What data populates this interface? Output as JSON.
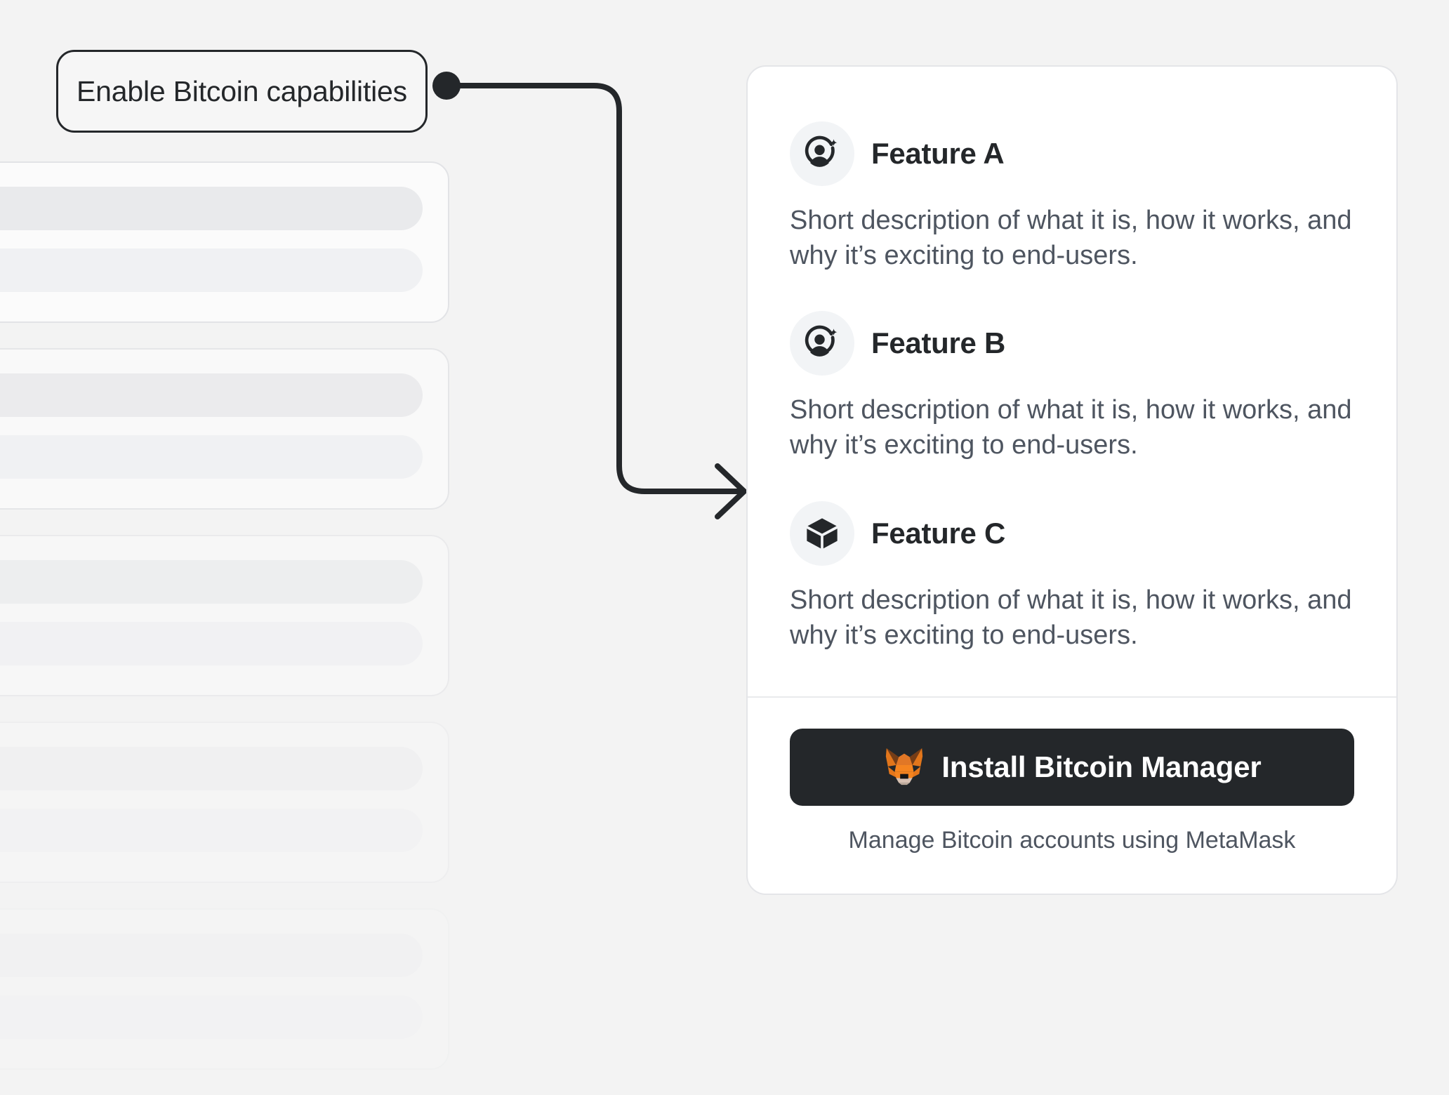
{
  "canvas": {
    "background_color": "#f3f3f3",
    "accent_dark": "#24272a",
    "body_text_color": "#4e5560",
    "card_background": "#ffffff",
    "card_border_color": "#e4e5e8",
    "icon_bubble_color": "#f2f4f6",
    "metamask_orange": "#e17726",
    "metamask_dark_orange": "#763d16",
    "metamask_cream": "#d7c1b3"
  },
  "annotation": {
    "label": "Enable Bitcoin capabilities",
    "connector": {
      "start_dot": true,
      "arrow_head": "chevron-right"
    }
  },
  "skeleton": {
    "card_count": 5,
    "opacities": [
      1,
      0.78,
      0.5,
      0.28,
      0.12
    ]
  },
  "card": {
    "features": [
      {
        "icon": "user-add-icon",
        "title": "Feature A",
        "description": "Short description of what it is, how it works, and why it’s exciting to end-users."
      },
      {
        "icon": "user-add-icon",
        "title": "Feature B",
        "description": "Short description of what it is, how it works, and why it’s exciting to end-users."
      },
      {
        "icon": "cube-icon",
        "title": "Feature C",
        "description": "Short description of what it is, how it works, and why it’s exciting to end-users."
      }
    ],
    "footer": {
      "install_button": {
        "icon": "metamask-fox-icon",
        "label": "Install Bitcoin Manager"
      },
      "caption": "Manage Bitcoin accounts using MetaMask"
    }
  }
}
